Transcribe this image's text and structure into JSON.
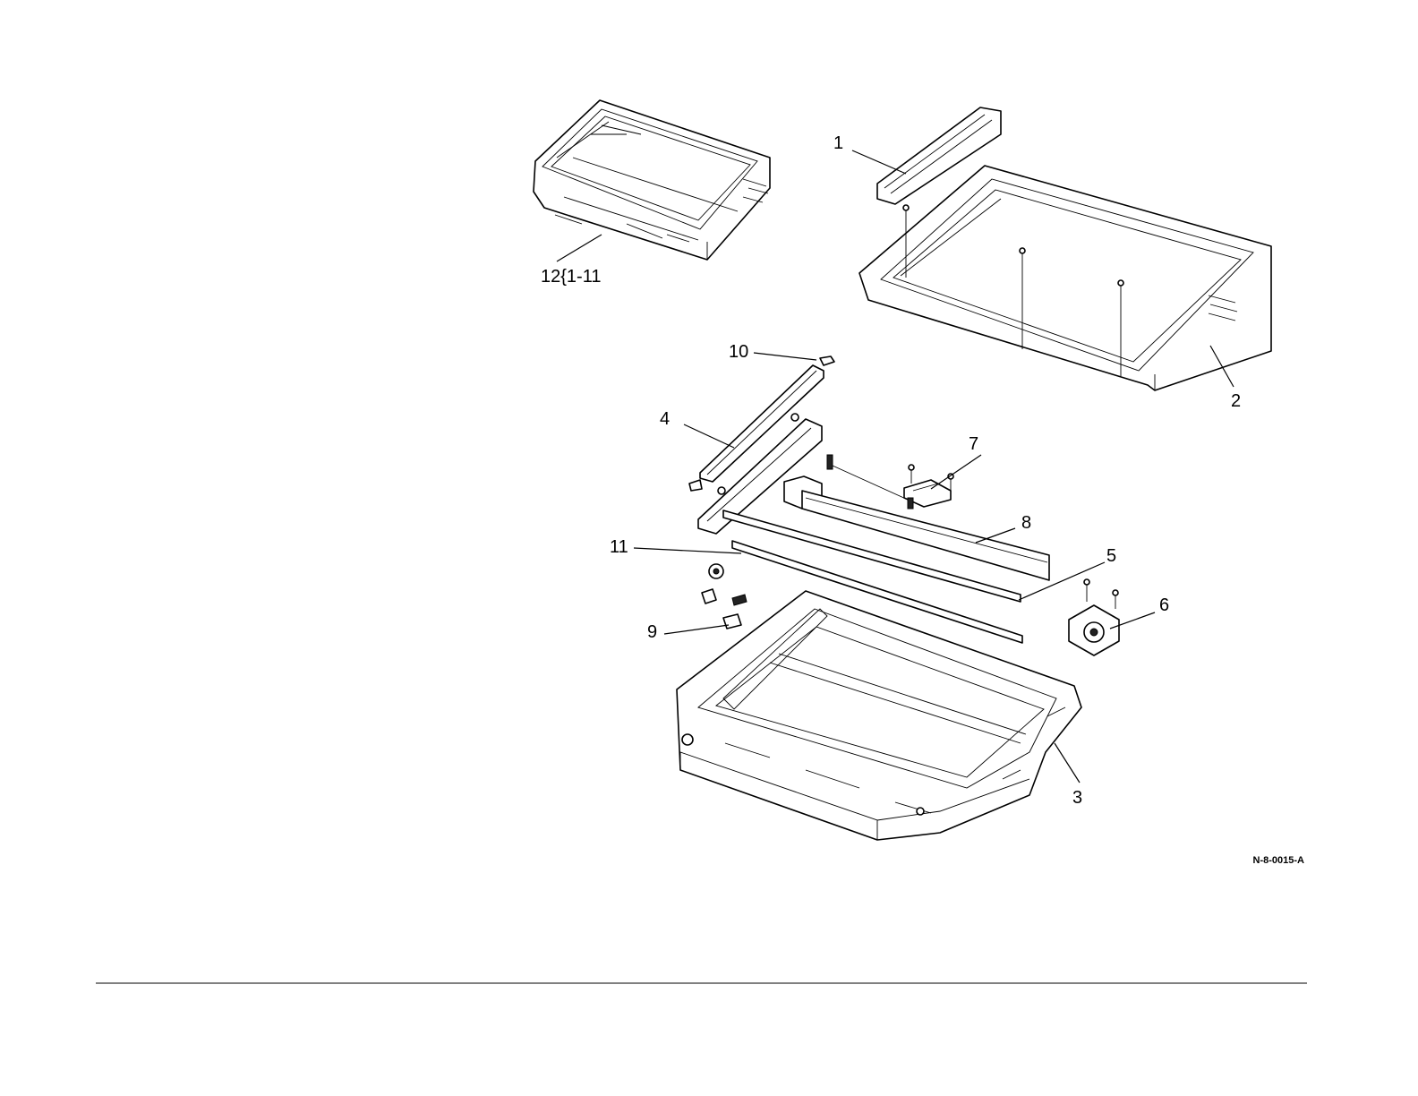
{
  "callouts": {
    "c1": "1",
    "c2": "2",
    "c3": "3",
    "c4": "4",
    "c5": "5",
    "c6": "6",
    "c7": "7",
    "c8": "8",
    "c9": "9",
    "c10": "10",
    "c11": "11",
    "c12": "12{1-11"
  },
  "figure_code": "N-8-0015-A"
}
